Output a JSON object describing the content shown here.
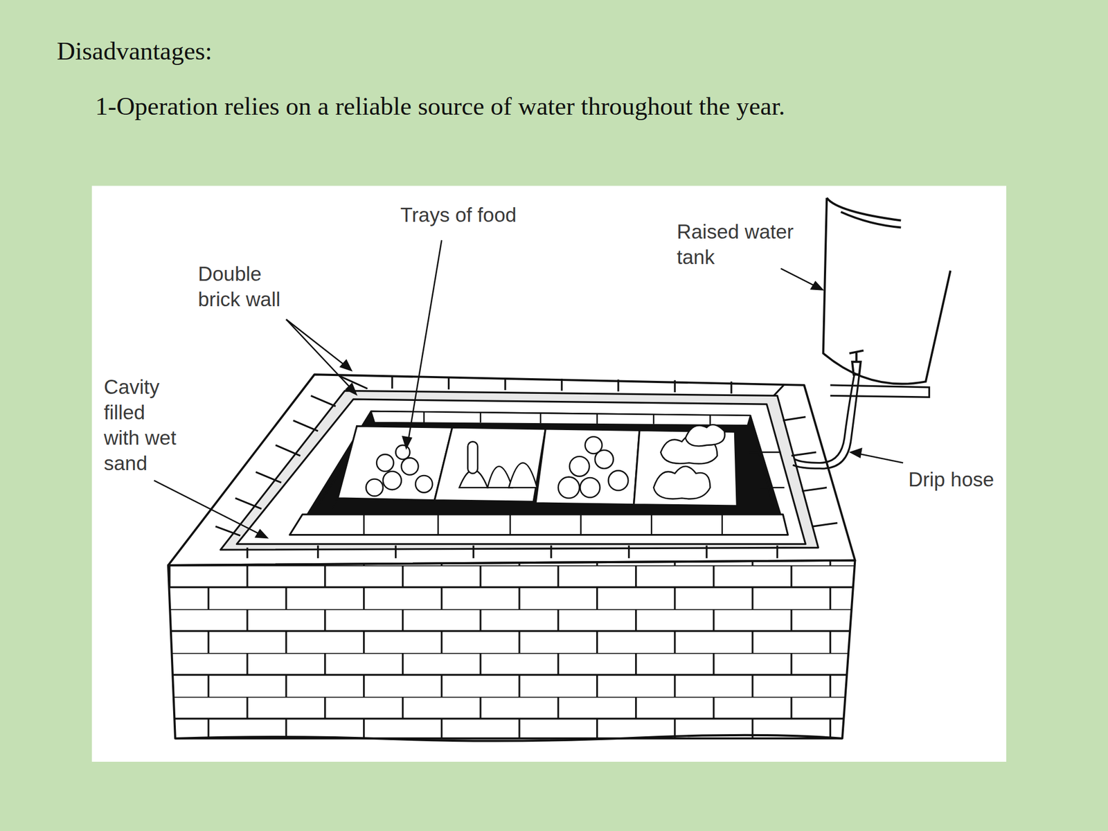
{
  "diagram": {
    "title": "Disadvantages:",
    "labels": [
      "1-Operation relies on a reliable source of water throughout the year.",
      "Trays of food",
      "Double brick wall",
      "Raised water tank",
      "Cavity filled with wet sand",
      "Drip hose"
    ]
  }
}
